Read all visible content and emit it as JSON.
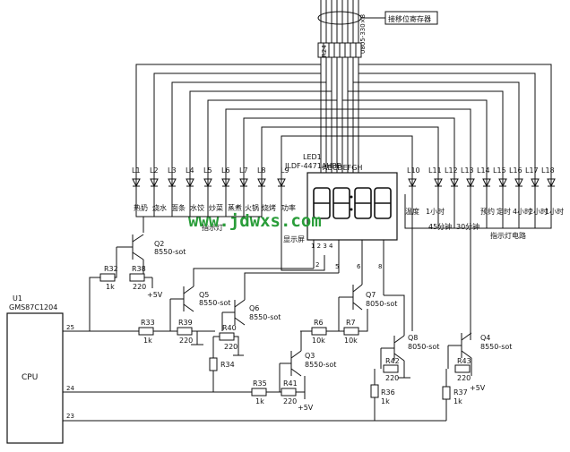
{
  "watermark": "www.jdwxs.com",
  "labels": {
    "shift_register": "接移位寄存器",
    "resistor_pack": "0805-330×8",
    "r24": "R24",
    "indicator_lamp": "指示灯",
    "display_screen": "显示屏",
    "indicator_circuit": "指示灯电路",
    "min45": "45分钟",
    "min30": "30分钟",
    "vcc": "+5V"
  },
  "display": {
    "name": "LED1",
    "part": "JLDF-4471AHBB",
    "pins": "ABCDEFGH",
    "digit_pins": "1     2     3    4",
    "pin_2": "2",
    "pin_5": "5",
    "pin_6": "6",
    "pin_8": "8"
  },
  "leds": [
    {
      "id": "L1",
      "label": "热奶"
    },
    {
      "id": "L2",
      "label": "烧水"
    },
    {
      "id": "L3",
      "label": "面条"
    },
    {
      "id": "L4",
      "label": "水饺"
    },
    {
      "id": "L5",
      "label": "炒菜"
    },
    {
      "id": "L6",
      "label": "蒸煮"
    },
    {
      "id": "L7",
      "label": "火锅"
    },
    {
      "id": "L8",
      "label": "烧烤"
    },
    {
      "id": "L9",
      "label": "功率"
    },
    {
      "id": "L10",
      "label": "温度"
    },
    {
      "id": "L11",
      "label": "1小时"
    },
    {
      "id": "L12",
      "label": ""
    },
    {
      "id": "L13",
      "label": ""
    },
    {
      "id": "L14",
      "label": "预约"
    },
    {
      "id": "L15",
      "label": "定时"
    },
    {
      "id": "L16",
      "label": "4小时"
    },
    {
      "id": "L17",
      "label": "2小时"
    },
    {
      "id": "L18",
      "label": "1小时"
    }
  ],
  "cpu": {
    "ref": "U1",
    "part": "GMS87C1204",
    "label": "CPU",
    "pin25": "25",
    "pin24": "24",
    "pin23": "23"
  },
  "transistors": {
    "q2": {
      "name": "Q2",
      "part": "8550-sot"
    },
    "q5": {
      "name": "Q5",
      "part": "8550-sot"
    },
    "q6": {
      "name": "Q6",
      "part": "8550-sot"
    },
    "q7": {
      "name": "Q7",
      "part": "8050-sot"
    },
    "q3": {
      "name": "Q3",
      "part": "8550-sot"
    },
    "q8": {
      "name": "Q8",
      "part": "8050-sot"
    },
    "q4": {
      "name": "Q4",
      "part": "8550-sot"
    }
  },
  "resistors": {
    "r32": {
      "name": "R32",
      "value": "1k"
    },
    "r38": {
      "name": "R38",
      "value": "220"
    },
    "r33": {
      "name": "R33",
      "value": "1k"
    },
    "r39": {
      "name": "R39",
      "value": "220"
    },
    "r40": {
      "name": "R40",
      "value": "220"
    },
    "r34": {
      "name": "R34",
      "value": ""
    },
    "r6": {
      "name": "R6",
      "value": "10k"
    },
    "r7": {
      "name": "R7",
      "value": "10k"
    },
    "r35": {
      "name": "R35",
      "value": "1k"
    },
    "r41": {
      "name": "R41",
      "value": "220"
    },
    "r42": {
      "name": "R42",
      "value": "220"
    },
    "r36": {
      "name": "R36",
      "value": "1k"
    },
    "r43": {
      "name": "R43",
      "value": "220"
    },
    "r37": {
      "name": "R37",
      "value": "1k"
    }
  }
}
